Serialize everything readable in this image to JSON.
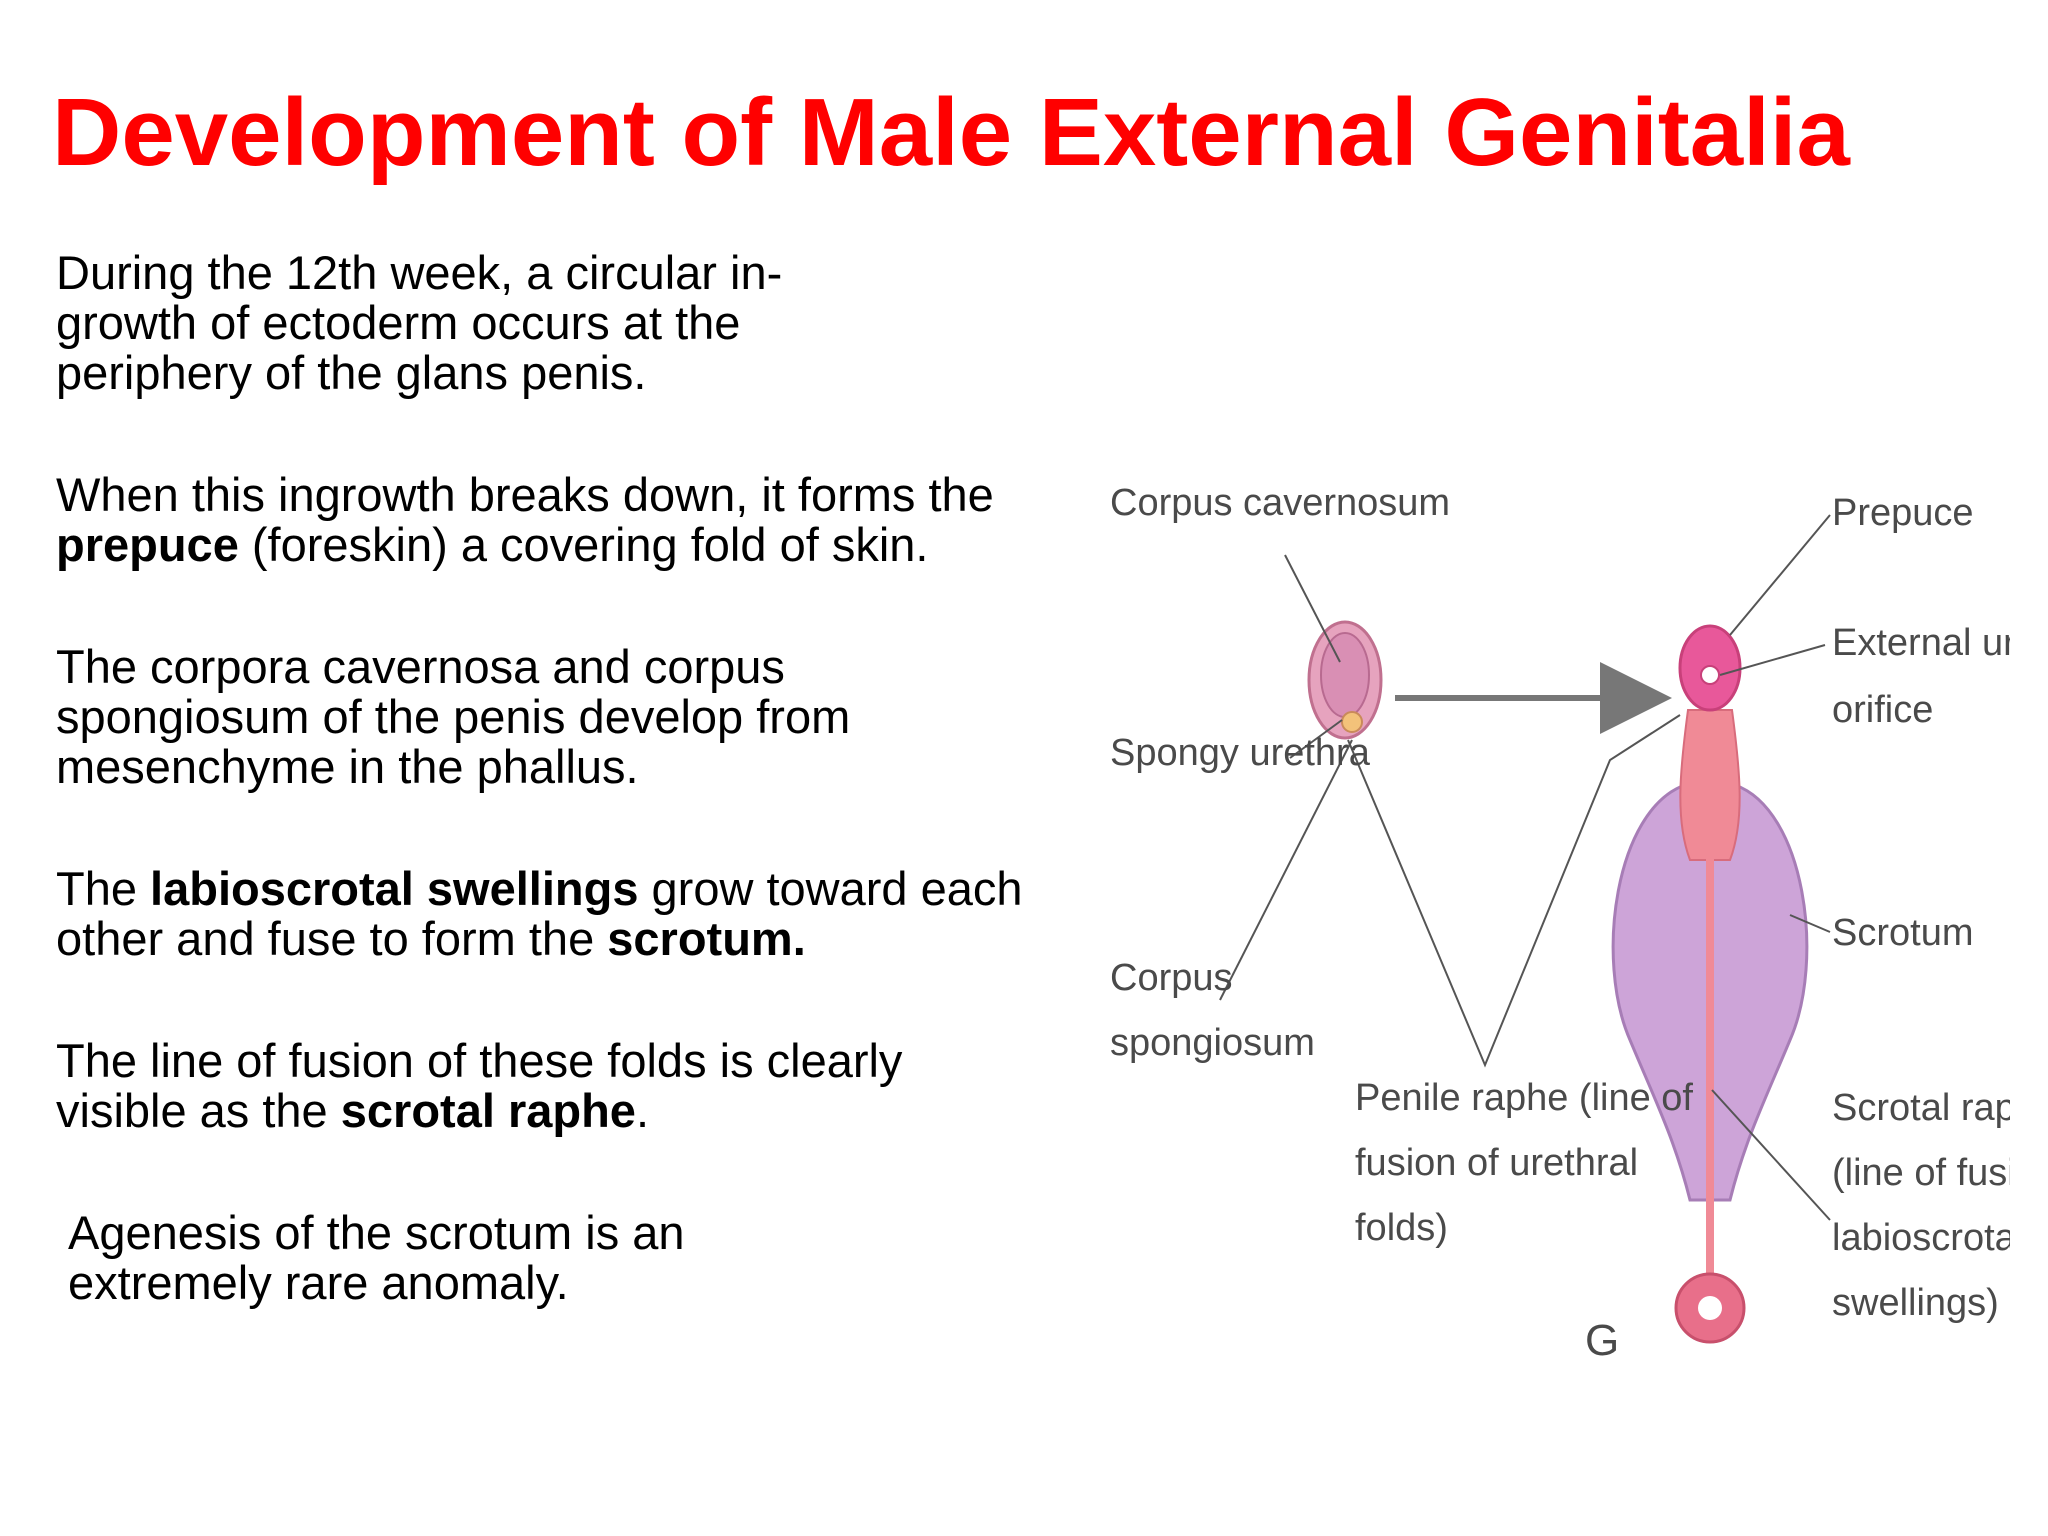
{
  "title": "Development of Male External Genitalia",
  "paragraphs": [
    {
      "segments": [
        "During the 12th week, a circular in- growth of ectoderm occurs at the periphery of the glans penis."
      ]
    },
    {
      "segments": [
        "When this ingrowth breaks down, it forms the ",
        "prepuce",
        " (foreskin) a covering fold of skin."
      ]
    },
    {
      "segments": [
        "The corpora cavernosa and corpus spongiosum of the penis develop from mesenchyme in the phallus."
      ]
    },
    {
      "segments": [
        "The ",
        "labioscrotal swellings",
        " grow toward each other and fuse to form the ",
        "scrotum."
      ]
    },
    {
      "segments": [
        "The line of fusion of these folds is clearly visible as the ",
        "scrotal raphe",
        "."
      ]
    },
    {
      "segments": [
        "Agenesis of the scrotum is an extremely rare anomaly."
      ]
    }
  ],
  "figure": {
    "labels": {
      "corpus_cavernosum": "Corpus cavernosum",
      "spongy_urethra": "Spongy urethra",
      "corpus_spongiosum_1": "Corpus",
      "corpus_spongiosum_2": "spongiosum",
      "penile_raphe_1": "Penile raphe (line of",
      "penile_raphe_2": "fusion of urethral",
      "penile_raphe_3": "folds)",
      "prepuce": "Prepuce",
      "external_urethral_orifice_1": "External urethral",
      "external_urethral_orifice_2": "orifice",
      "scrotum": "Scrotum",
      "scrotal_raphe_1": "Scrotal raphe",
      "scrotal_raphe_2": "(line of fusion of",
      "scrotal_raphe_3": "labioscrotal",
      "scrotal_raphe_4": "swellings)",
      "panel_letter": "G"
    },
    "colors": {
      "scrotum_fill": "#cda4d8",
      "shaft_fill": "#f08a96",
      "glans_fill": "#e8589a",
      "ring_fill": "#e86f8a",
      "leader_line": "#555555",
      "arrow": "#777777",
      "label_text": "#4a4a4a"
    }
  }
}
